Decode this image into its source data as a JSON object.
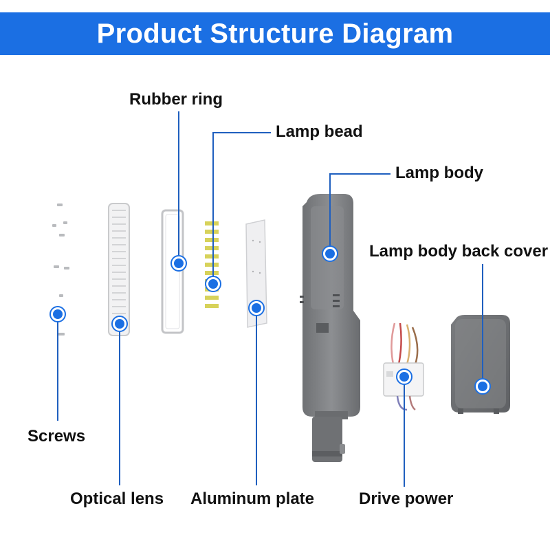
{
  "title": "Product Structure Diagram",
  "colors": {
    "banner": "#1b6fe3",
    "leader_line": "#1f5fbf",
    "marker": "#1b6fe3",
    "part_gray": "#808285"
  },
  "labels": {
    "rubber_ring": "Rubber ring",
    "lamp_bead": "Lamp bead",
    "lamp_body": "Lamp body",
    "lamp_body_back_cover": "Lamp body back cover",
    "screws": "Screws",
    "optical_lens": "Optical lens",
    "aluminum_plate": "Aluminum plate",
    "drive_power": "Drive power"
  }
}
